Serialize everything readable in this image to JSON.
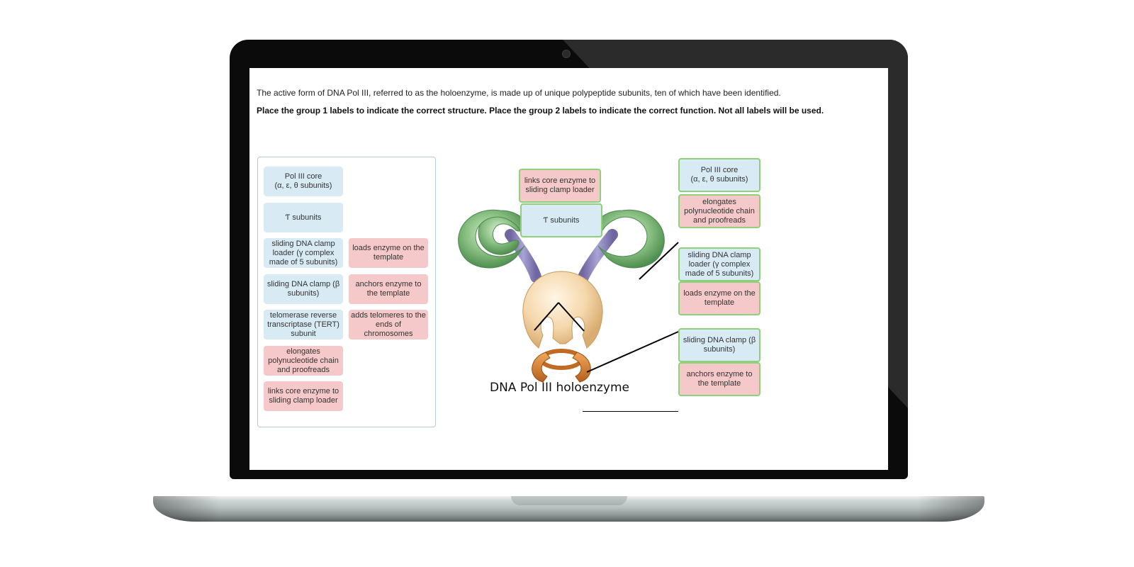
{
  "question": {
    "intro": "The active form of DNA Pol III, referred to as the holoenzyme, is made up of unique polypeptide subunits, ten of which have been identified.",
    "instructions": "Place the group 1 labels to indicate the correct structure. Place the group 2 labels to indicate the correct function. Not all labels will be used."
  },
  "label_bank": {
    "group1": [
      {
        "line1": "Pol III core",
        "line2": "(α, ε, θ subunits)"
      },
      {
        "line1": "Ƭ subunits"
      },
      {
        "line1": "sliding DNA clamp loader (γ complex made of 5 subunits)"
      },
      {
        "line1": "sliding DNA clamp (β subunits)"
      },
      {
        "line1": "telomerase reverse transcriptase (TERT) subunit"
      }
    ],
    "group2": [
      {
        "line1": "elongates polynucleotide chain and proofreads"
      },
      {
        "line1": "links core enzyme to sliding clamp loader"
      },
      {
        "line1": "loads enzyme on the template"
      },
      {
        "line1": "anchors enzyme to the template"
      },
      {
        "line1": "adds telomeres to the ends of chromosomes"
      }
    ]
  },
  "diagram": {
    "caption": "DNA Pol III holoenzyme",
    "placed": {
      "top_function": "links core enzyme to sliding clamp loader",
      "top_structure": "Ƭ subunits",
      "right1_structure_line1": "Pol III core",
      "right1_structure_line2": "(α, ε, θ subunits)",
      "right1_function": "elongates polynucleotide chain and proofreads",
      "right2_structure": "sliding DNA clamp loader (γ complex made of 5 subunits)",
      "right2_function": "loads enzyme on the template",
      "right3_structure": "sliding DNA clamp (β subunits)",
      "right3_function": "anchors enzyme to the template"
    }
  },
  "colors": {
    "structure_label_bg": "#d8ebf5",
    "function_label_bg": "#f5c9c9",
    "placed_border": "#8fd07a",
    "core_green": "#6fae6f",
    "tau_purple": "#8e86be",
    "clamp_loader_peach": "#f2d3a4",
    "clamp_orange": "#d27a2a"
  }
}
